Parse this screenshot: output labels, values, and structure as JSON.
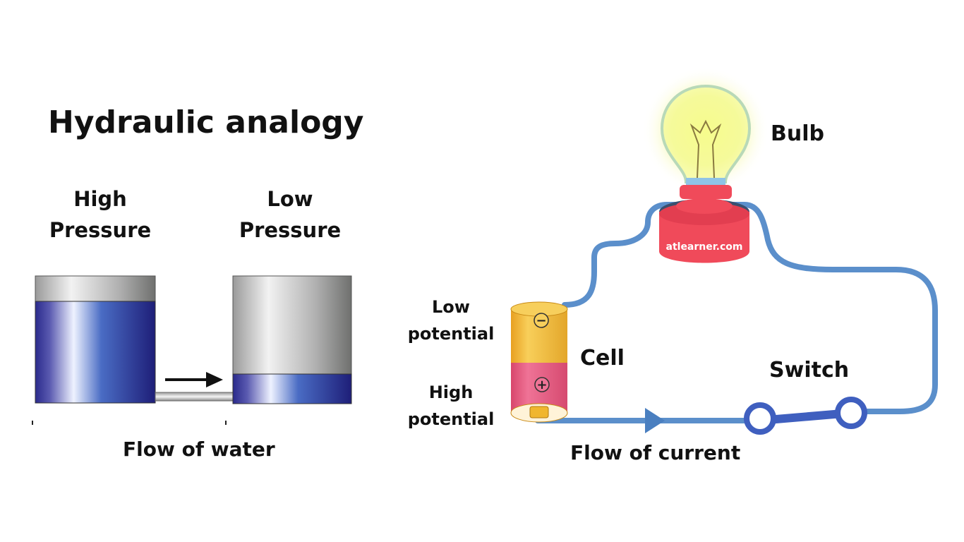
{
  "hydraulic": {
    "title": "Hydraulic analogy",
    "high_pressure": "High\nPressure",
    "low_pressure": "Low\nPressure",
    "flow": "Flow of water"
  },
  "circuit": {
    "bulb": "Bulb",
    "cell": "Cell",
    "switch": "Switch",
    "low_potential": "Low\npotential",
    "high_potential": "High\npotential",
    "flow": "Flow of current",
    "watermark": "atlearner.com",
    "cell_minus": "−",
    "cell_plus": "+"
  },
  "colors": {
    "water": "#2a2a8c",
    "wire": "#5b8fcb",
    "cell_top": "#f0b62e",
    "cell_bottom": "#e2567c",
    "bulb_base": "#f04a5a",
    "switch": "#3f5fbf"
  }
}
